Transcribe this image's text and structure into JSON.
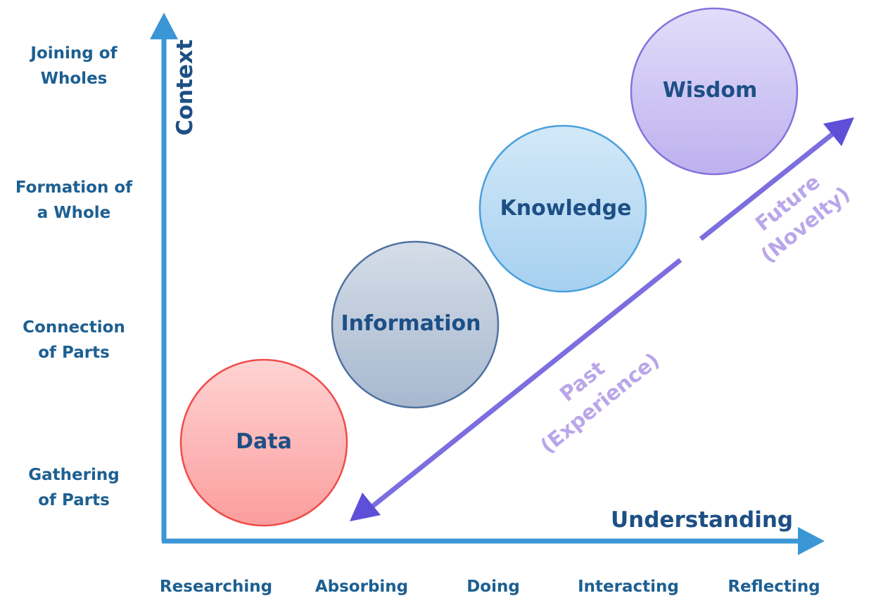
{
  "axes": {
    "y_title": "Context",
    "x_title": "Understanding"
  },
  "y_levels": [
    "Joining of\nWholes",
    "Formation of\na Whole",
    "Connection\nof Parts",
    "Gathering\nof Parts"
  ],
  "x_levels": [
    "Researching",
    "Absorbing",
    "Doing",
    "Interacting",
    "Reflecting"
  ],
  "stages": [
    {
      "label": "Data",
      "color": "#f26b6b"
    },
    {
      "label": "Information",
      "color": "#9fb1cc"
    },
    {
      "label": "Knowledge",
      "color": "#8fc3ea"
    },
    {
      "label": "Wisdom",
      "color": "#c4b8f2"
    }
  ],
  "arrow_labels": {
    "past": "Past\n(Experience)",
    "future": "Future\n(Novelty)"
  },
  "colors": {
    "axis": "#3b96d6",
    "label_text": "#1d5f91",
    "diagonal_arrow": "#6a59dc",
    "diagonal_text": "#b9a6ea"
  }
}
